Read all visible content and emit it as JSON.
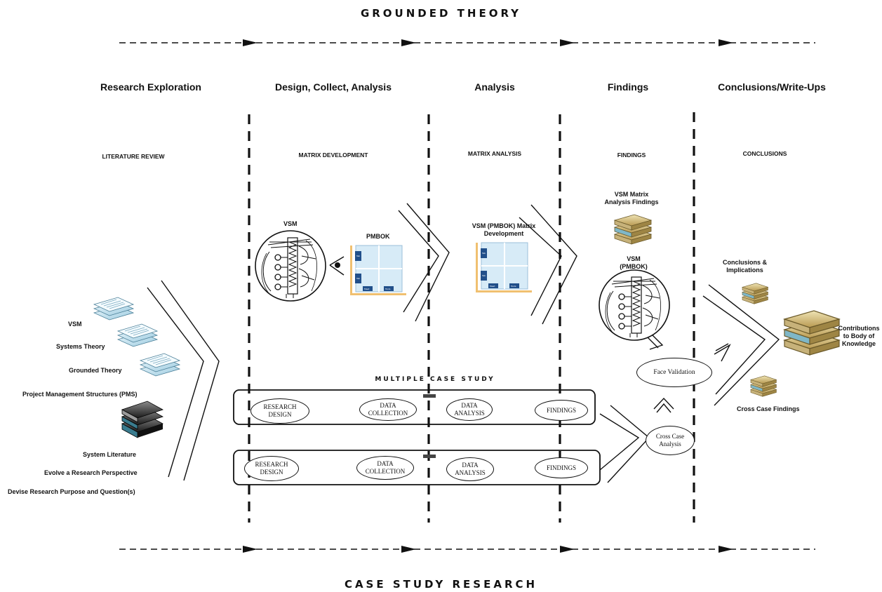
{
  "banner": {
    "top": "GROUNDED THEORY",
    "bottom": "CASE STUDY RESEARCH"
  },
  "phases": [
    "Research Exploration",
    "Design, Collect, Analysis",
    "Analysis",
    "Findings",
    "Conclusions/Write-Ups"
  ],
  "subheads": [
    "LITERATURE REVIEW",
    "MATRIX DEVELOPMENT",
    "MATRIX ANALYSIS",
    "FINDINGS",
    "CONCLUSIONS"
  ],
  "literature_items": [
    "VSM",
    "Systems Theory",
    "Grounded Theory",
    "Project Management Structures (PMS)",
    "System Literature",
    "Evolve a Research Perspective",
    "Devise Research Purpose and Question(s)"
  ],
  "design": {
    "vsm": "VSM",
    "pmbok": "PMBOK"
  },
  "analysis": {
    "label": "VSM (PMBOK) Matrix Development"
  },
  "findings": {
    "matrix_label": "VSM Matrix Analysis Findings",
    "vsm_label": "VSM (PMBOK)",
    "face_validation": "Face Validation",
    "cross_case": "Cross Case Analysis"
  },
  "conclusions": {
    "implications": "Conclusions & Implications",
    "contributions": "Contributions to Body of Knowledge",
    "cross_case_findings": "Cross Case Findings"
  },
  "case_study": {
    "title": "MULTIPLE CASE STUDY",
    "rows": [
      {
        "steps": [
          "RESEARCH DESIGN",
          "DATA COLLECTION",
          "DATA ANALYSIS",
          "FINDINGS"
        ]
      },
      {
        "steps": [
          "RESEARCH DESIGN",
          "DATA COLLECTION",
          "DATA ANALYSIS",
          "FINDINGS"
        ]
      }
    ]
  },
  "matrix_cells": {
    "a": "Tab",
    "b": "Tab",
    "c": "Meet",
    "d": "Tools",
    "e": "Level"
  }
}
